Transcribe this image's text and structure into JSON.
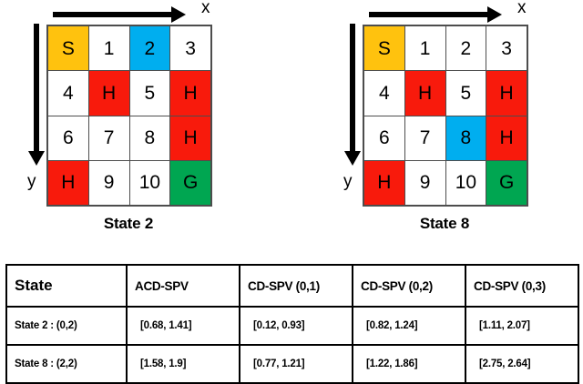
{
  "figures": {
    "axis_x_label": "x",
    "axis_y_label": "y",
    "panels": [
      {
        "caption": "State 2",
        "cells": [
          {
            "label": "S",
            "kind": "start"
          },
          {
            "label": "1",
            "kind": "empty"
          },
          {
            "label": "2",
            "kind": "active"
          },
          {
            "label": "3",
            "kind": "empty"
          },
          {
            "label": "4",
            "kind": "empty"
          },
          {
            "label": "H",
            "kind": "hole"
          },
          {
            "label": "5",
            "kind": "empty"
          },
          {
            "label": "H",
            "kind": "hole"
          },
          {
            "label": "6",
            "kind": "empty"
          },
          {
            "label": "7",
            "kind": "empty"
          },
          {
            "label": "8",
            "kind": "empty"
          },
          {
            "label": "H",
            "kind": "hole"
          },
          {
            "label": "H",
            "kind": "hole"
          },
          {
            "label": "9",
            "kind": "empty"
          },
          {
            "label": "10",
            "kind": "empty"
          },
          {
            "label": "G",
            "kind": "goal"
          }
        ]
      },
      {
        "caption": "State 8",
        "cells": [
          {
            "label": "S",
            "kind": "start"
          },
          {
            "label": "1",
            "kind": "empty"
          },
          {
            "label": "2",
            "kind": "empty"
          },
          {
            "label": "3",
            "kind": "empty"
          },
          {
            "label": "4",
            "kind": "empty"
          },
          {
            "label": "H",
            "kind": "hole"
          },
          {
            "label": "5",
            "kind": "empty"
          },
          {
            "label": "H",
            "kind": "hole"
          },
          {
            "label": "6",
            "kind": "empty"
          },
          {
            "label": "7",
            "kind": "empty"
          },
          {
            "label": "8",
            "kind": "active"
          },
          {
            "label": "H",
            "kind": "hole"
          },
          {
            "label": "H",
            "kind": "hole"
          },
          {
            "label": "9",
            "kind": "empty"
          },
          {
            "label": "10",
            "kind": "empty"
          },
          {
            "label": "G",
            "kind": "goal"
          }
        ]
      }
    ],
    "colors": {
      "start": "#FFC20E",
      "hole": "#F81A0C",
      "goal": "#00A651",
      "active": "#00AEEF",
      "empty": "#FFFFFF",
      "border": "#4D4D4D"
    }
  },
  "table": {
    "headers": [
      "State",
      "ACD-SPV",
      "CD-SPV (0,1)",
      "CD-SPV (0,2)",
      "CD-SPV (0,3)"
    ],
    "rows": [
      {
        "state": "State 2 : (0,2)",
        "values": [
          "[0.68, 1.41]",
          "[0.12, 0.93]",
          "[0.82, 1.24]",
          "[1.11, 2.07]"
        ]
      },
      {
        "state": "State 8 : (2,2)",
        "values": [
          "[1.58, 1.9]",
          "[0.77, 1.21]",
          "[1.22, 1.86]",
          "[2.75, 2.64]"
        ]
      }
    ]
  }
}
